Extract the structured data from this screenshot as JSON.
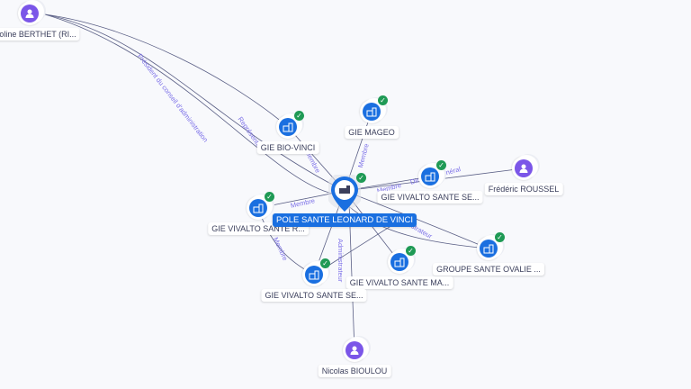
{
  "graph": {
    "center": {
      "label": "POLE SANTE LEONARD DE VINCI",
      "icon": "building-icon"
    },
    "nodes": [
      {
        "id": "berthet",
        "label": "oline BERTHET (RI...",
        "type": "person"
      },
      {
        "id": "biovinci",
        "label": "GIE BIO-VINCI",
        "type": "org"
      },
      {
        "id": "mageo",
        "label": "GIE MAGEO",
        "type": "org"
      },
      {
        "id": "vivse1",
        "label": "GIE VIVALTO SANTE SE...",
        "type": "org"
      },
      {
        "id": "roussel",
        "label": "Frédéric ROUSSEL",
        "type": "person"
      },
      {
        "id": "vivr",
        "label": "GIE VIVALTO SANTE R...",
        "type": "org"
      },
      {
        "id": "ovalie",
        "label": "GROUPE SANTE OVALIE ...",
        "type": "org"
      },
      {
        "id": "vivma",
        "label": "GIE VIVALTO SANTE MA...",
        "type": "org"
      },
      {
        "id": "vivse2",
        "label": "GIE VIVALTO SANTE SE...",
        "type": "org"
      },
      {
        "id": "bioulou",
        "label": "Nicolas BIOULOU",
        "type": "person"
      }
    ],
    "edge_labels": {
      "president": "Président du conseil d'administration",
      "representant": "Représentant",
      "membre": "Membre",
      "administrateur": "Administrateur",
      "directeur": "Directeur général"
    }
  },
  "colors": {
    "org": "#1a6fe0",
    "person": "#7b56e8",
    "verified": "#1f9a55",
    "edge": "#4a4f75",
    "edge_label": "#7c70e8"
  }
}
